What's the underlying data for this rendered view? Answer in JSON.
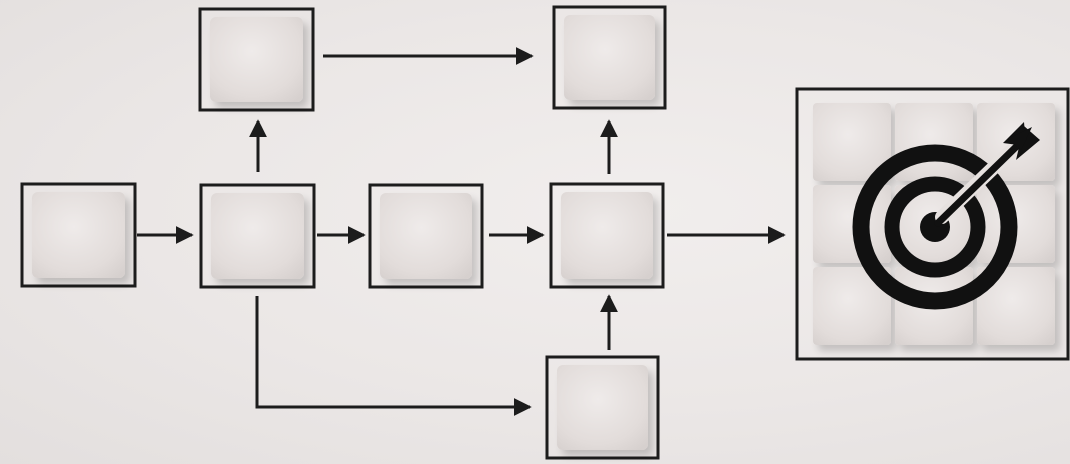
{
  "diagram": {
    "nodes": [
      {
        "id": "start"
      },
      {
        "id": "branch"
      },
      {
        "id": "upper-left"
      },
      {
        "id": "middle"
      },
      {
        "id": "merge"
      },
      {
        "id": "upper-right"
      },
      {
        "id": "lower"
      },
      {
        "id": "goal",
        "icon": "target-with-arrow-icon"
      }
    ],
    "edges": [
      {
        "from": "start",
        "to": "branch"
      },
      {
        "from": "branch",
        "to": "upper-left"
      },
      {
        "from": "branch",
        "to": "middle"
      },
      {
        "from": "branch",
        "to": "lower"
      },
      {
        "from": "upper-left",
        "to": "upper-right"
      },
      {
        "from": "middle",
        "to": "merge"
      },
      {
        "from": "lower",
        "to": "merge"
      },
      {
        "from": "merge",
        "to": "upper-right"
      },
      {
        "from": "merge",
        "to": "goal"
      }
    ]
  },
  "colors": {
    "background": "#ece8e7",
    "block_fill": "#e6e1df",
    "outline": "#1c1c1c",
    "target": "#111111"
  }
}
